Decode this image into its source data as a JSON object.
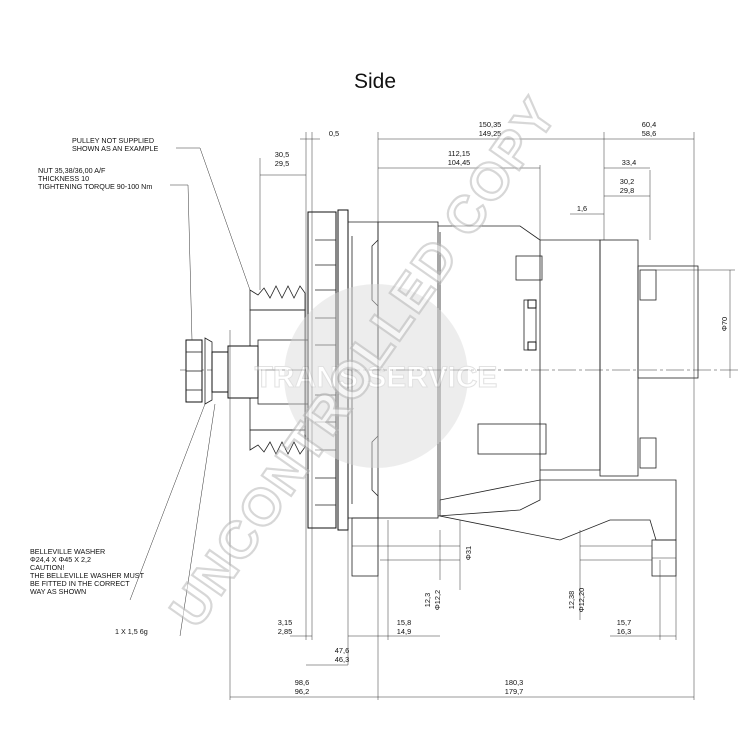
{
  "title": "Side",
  "notes": {
    "pulley": [
      "PULLEY NOT SUPPLIED",
      "SHOWN AS AN EXAMPLE"
    ],
    "nut": [
      "NUT 35,38/36,00 A/F",
      "THICKNESS 10",
      "TIGHTENING TORQUE 90-100 Nm"
    ],
    "washer": [
      "BELLEVILLE WASHER",
      "Φ24,4 X Φ45 X 2,2",
      "CAUTION!",
      "THE BELLEVILLE WASHER MUST",
      "BE FITTED IN THE CORRECT",
      "WAY AS SHOWN"
    ],
    "thread": "1 X 1,5 6g"
  },
  "dimensions": {
    "d_0_5": "0,5",
    "d_150": [
      "150,35",
      "149,25"
    ],
    "d_60": [
      "60,4",
      "58,6"
    ],
    "d_30_5": [
      "30,5",
      "29,5"
    ],
    "d_112": [
      "112,15",
      "104,45"
    ],
    "d_33_4": "33,4",
    "d_30_2": [
      "30,2",
      "29,8"
    ],
    "d_1_6": "1,6",
    "d_phi70": "Φ70",
    "d_phi31": "Φ31",
    "d_12_3": [
      "12,3",
      "Φ12,2"
    ],
    "d_12_38": [
      "12,38",
      "Φ12,20"
    ],
    "d_3_15": [
      "3,15",
      "2,85"
    ],
    "d_15_8": [
      "15,8",
      "14,9"
    ],
    "d_15_7": [
      "15,7",
      "16,3"
    ],
    "d_47_6": [
      "47,6",
      "46,3"
    ],
    "d_98_6": [
      "98,6",
      "96,2"
    ],
    "d_180": [
      "180,3",
      "179,7"
    ]
  },
  "watermark": {
    "stamp": "UNCONTROLLED COPY",
    "logo": "TRANS SERVICE"
  }
}
